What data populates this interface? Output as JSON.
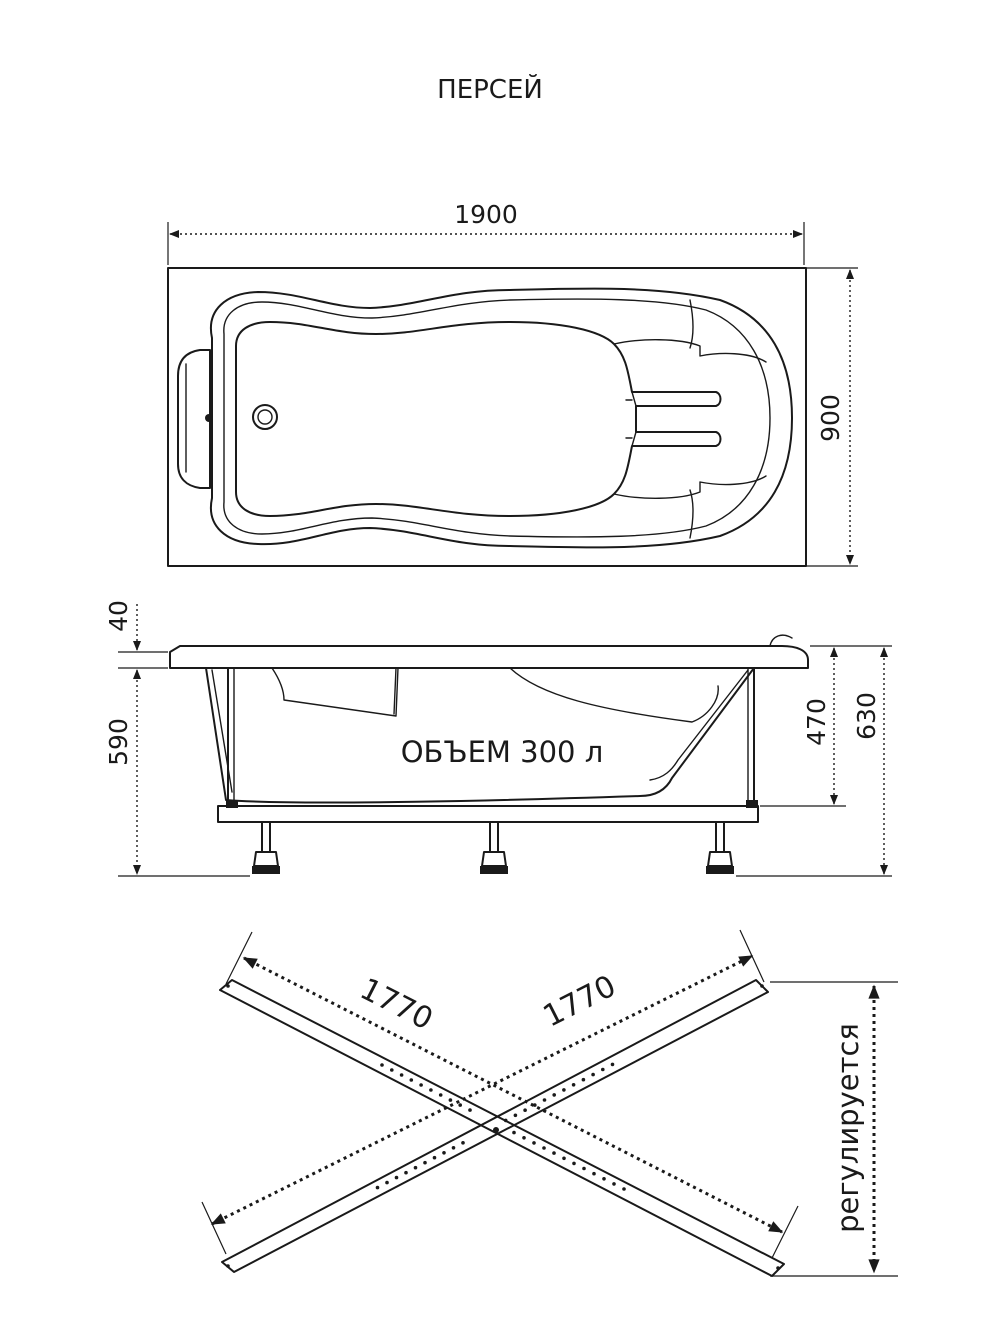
{
  "title": "ПЕРСЕЙ",
  "top_view": {
    "length_label": "1900",
    "width_label": "900"
  },
  "side_view": {
    "rim_label": "40",
    "foot_label": "590",
    "depth_label": "470",
    "height_label": "630",
    "volume_label": "ОБЪЕМ 300 л"
  },
  "frame_view": {
    "diag_left_label": "1770",
    "diag_right_label": "1770",
    "adjust_label": "регулируется"
  }
}
